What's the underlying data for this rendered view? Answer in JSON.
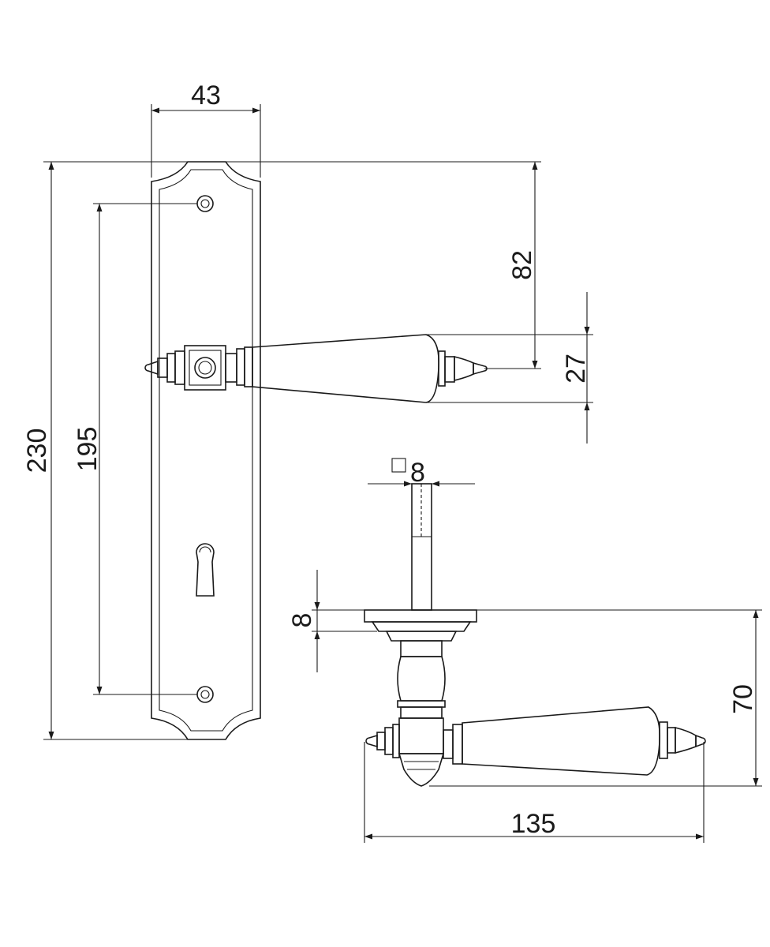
{
  "diagram": {
    "dimensions": {
      "plate_width": "43",
      "plate_height": "230",
      "screw_distance": "195",
      "lever_axis_offset": "82",
      "lever_height": "27",
      "spindle_square": "8",
      "rose_thickness": "8",
      "lever_projection": "70",
      "lever_length": "135"
    },
    "colors": {
      "line": "#1a1a1a",
      "background": "#ffffff"
    }
  }
}
